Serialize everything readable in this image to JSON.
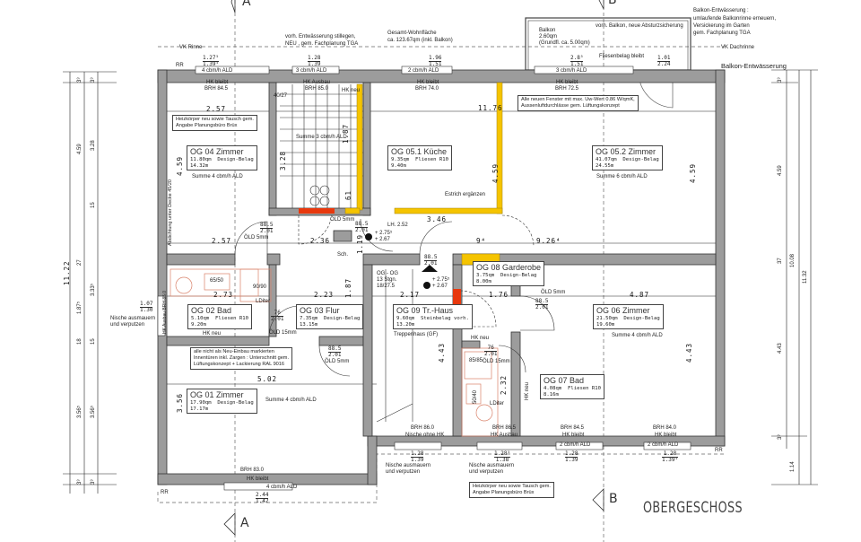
{
  "drawing_title": "OBERGESCHOSS",
  "sections": {
    "a": "A",
    "b": "B"
  },
  "colors": {
    "wall": "#9c9c9c",
    "screed_yellow": "#f5c400",
    "demolition_red": "#e8380d",
    "sanitary": "#d9826a"
  },
  "notes": {
    "drain_1": "vorh. Entwässerung stillegen,",
    "drain_2": "NEU , gem. Fachplanung TGA",
    "area_1": "Gesamt-Wohnfläche",
    "area_2": "ca. 123.67qm (inkl. Balkon)",
    "balcony_1": "Balkon",
    "balcony_2": "2.60qm",
    "balcony_3": "(Grundfl. ca. 5.00qm)",
    "balcony_rail": "vorh. Balkon, neue Absturzsicherung",
    "balcony_drain_1": "Balkon-Entwässerung :",
    "balcony_drain_2": "umlaufende Balkonrinne erneuern,",
    "balcony_drain_3": "Versickerung im Garten",
    "balcony_drain_4": "gem. Fachplanung TGA",
    "vk_dachrinne": "VK Dachrinne",
    "balkon_entw": "Balkon-Entwässerung",
    "vk_rinne": "VK Rinne",
    "fliesen_bleibt": "Fliesenbelag bleibt",
    "heating_1": "Heizkörper neu sowie Tausch gem.",
    "heating_2": "Angabe Planungsbüro Brüx",
    "windows_1": "Alle neuen Fenster mit max. Uw-Wert 0.86 W/qmK,",
    "windows_2": "Aussenluftdurchlässe gem. Lüftungskonzept",
    "doors_1": "alle nicht als Neu-Einbau markierten",
    "doors_2": "Innentüren inkl. Zargen : Unterschnitt gem.",
    "doors_3": "Lüftungskonzept + Lackierung RAL 9016",
    "estrich": "Estrich ergänzen",
    "abdichtung": "Abdichtung unter Decke 45/20",
    "niche_1": "Nische ausmauern",
    "niche_2": "und verputzen",
    "stairs_1": "OG - OG",
    "stairs_2": "13 Stgn.",
    "stairs_3": "18/27.5",
    "treppenhaus": "Treppenhaus (GF)",
    "lh": "LH. 2.52",
    "sch": "Sch.",
    "rr": "RR"
  },
  "rooms": [
    {
      "name": "OG 01 Zimmer",
      "area": "17.90qm",
      "floor": "Design-Belag",
      "perimeter": "17.17m"
    },
    {
      "name": "OG 02 Bad",
      "area": "5.10qm",
      "floor": "Fliesen R10",
      "perimeter": "9.20m"
    },
    {
      "name": "OG 03 Flur",
      "area": "7.35qm",
      "floor": "Design-Belag",
      "perimeter": "13.15m"
    },
    {
      "name": "OG 04 Zimmer",
      "area": "11.80qm",
      "floor": "Design-Belag",
      "perimeter": "14.32m"
    },
    {
      "name": "OG 05.1 Küche",
      "area": "9.35qm",
      "floor": "Fliesen R10",
      "perimeter": "9.40m"
    },
    {
      "name": "OG 05.2 Zimmer",
      "area": "41.07qm",
      "floor": "Design-Belag",
      "perimeter": "24.55m"
    },
    {
      "name": "OG 06 Zimmer",
      "area": "21.50qm",
      "floor": "Design-Belag",
      "perimeter": "19.60m"
    },
    {
      "name": "OG 07 Bad",
      "area": "4.08qm",
      "floor": "Fliesen R10",
      "perimeter": "8.16m"
    },
    {
      "name": "OG 08 Garderobe",
      "area": "3.75qm",
      "floor": "Design-Belag",
      "perimeter": "8.00m"
    },
    {
      "name": "OG 09 Tr.-Haus",
      "area": "9.60qm",
      "floor": "Steinbelag vorh.",
      "perimeter": "13.20m"
    }
  ],
  "ventilation": {
    "sum3": "Summe 3 cbm/h ALD",
    "sum4": "Summe 4 cbm/h ALD",
    "sum6": "Summe 6 cbm/h ALD",
    "ald4": "4 cbm/h ALD",
    "ald3": "3 cbm/h ALD",
    "ald2": "2 cbm/h ALD"
  },
  "heaters": {
    "hk_bleibt": "HK bleibt",
    "hk_ausbau": "HK Ausbau",
    "hk_neu": "HK neu",
    "brh_845": "BRH 84.5",
    "brh_850": "BRH 85.0",
    "brh_740": "BRH 74.0",
    "brh_725": "BRH 72.5",
    "brh_860": "BRH 86.0",
    "brh_865": "BRH 86.5",
    "brh_840": "BRH 84.0",
    "brh_830": "BRH 83.0",
    "nische_ohne_hk": "Nische ohne HK",
    "hk_ausbau_brh": "HK Ausbau BRH 85.0"
  },
  "openings": {
    "w1": [
      "1.27⁵",
      "1.39⁵"
    ],
    "w2": [
      "1.28",
      "1.39"
    ],
    "w3": [
      "1.96",
      "1.51"
    ],
    "w4": [
      "2.8⁵",
      "1.51"
    ],
    "w5": [
      "1.01",
      "2.24"
    ],
    "w6": [
      "1.07",
      "1.30"
    ],
    "w7": [
      "2.44",
      "1.42"
    ],
    "w8": [
      "1.28",
      "1.39"
    ],
    "w9": [
      "1.28⁵",
      "1.38"
    ],
    "w10": [
      "1.28",
      "1.39"
    ],
    "w11": [
      "1.28",
      "1.39⁵"
    ],
    "d885": [
      "88.5",
      "2.01"
    ],
    "d76": [
      "76",
      "2.01"
    ],
    "old5": "ÖLD 5mm",
    "old15": "ÖLD 15mm",
    "shaft": "40/27",
    "tray1": "65/50",
    "tray2": "90/90",
    "tray3": "85/85",
    "tray4": "50/40",
    "lditer": "LDiter"
  },
  "levels": {
    "l1": "+ 2.75⁵",
    "l2": "+ 2.67"
  },
  "dimensions": {
    "d257": "2.57",
    "d1176": "11.76",
    "d346": "3.46",
    "d236": "2.36",
    "d94": "9⁴",
    "d926": "9.26⁴",
    "d273": "2.73",
    "d223": "2.23",
    "d217": "2.17",
    "d176": "1.76",
    "d487": "4.87",
    "d502": "5.02",
    "d187": "1.87",
    "d119": "1.19",
    "d61": "61",
    "d328": "3.28",
    "d459": "4.59",
    "d356": "3.56",
    "d443": "4.43",
    "d232": "2.32",
    "left_outer": "11.22",
    "left_a": [
      "3⁹",
      "4.59",
      "27",
      "1.87⁵",
      "18",
      "3.56⁵",
      "3⁹"
    ],
    "left_b": [
      "3⁹",
      "3.28",
      "15",
      "3.33⁵",
      "15",
      "3.56⁵",
      "3⁹"
    ],
    "right_a": [
      "3⁹",
      "4.59",
      "37",
      "4.43",
      "3⁹"
    ],
    "right_mid": "10.08",
    "right_outer": "11.32",
    "right_low": "1.14"
  }
}
